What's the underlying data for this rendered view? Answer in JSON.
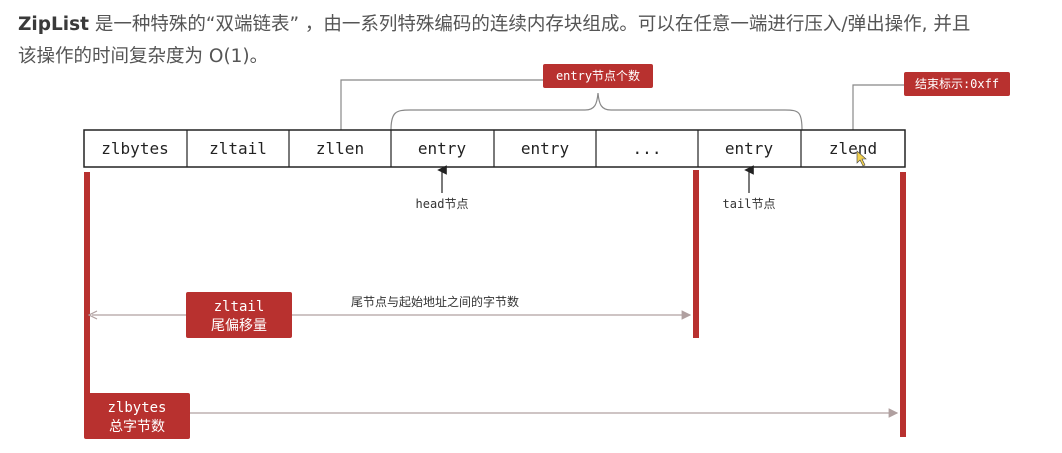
{
  "intro": {
    "term": "ZipList",
    "line1_rest": " 是一种特殊的“双端链表” ，由一系列特殊编码的连续内存块组成。可以在任意一端进行压入/弹出操作, 并且",
    "line2": "该操作的时间复杂度为 O(1)。"
  },
  "cells": [
    "zlbytes",
    "zltail",
    "zllen",
    "entry",
    "entry",
    "...",
    "entry",
    "zlend"
  ],
  "tags": {
    "entry_count": "entry节点个数",
    "end_mark": "结束标示:0xff"
  },
  "notes": {
    "head": "head节点",
    "tail": "tail节点",
    "tail_distance": "尾节点与起始地址之间的字节数"
  },
  "badges": {
    "zltail_line1": "zltail",
    "zltail_line2": "尾偏移量",
    "zlbytes_line1": "zlbytes",
    "zlbytes_line2": "总字节数"
  },
  "colors": {
    "accent_red": "#b8312f",
    "border": "#222222",
    "connector": "#888888"
  }
}
